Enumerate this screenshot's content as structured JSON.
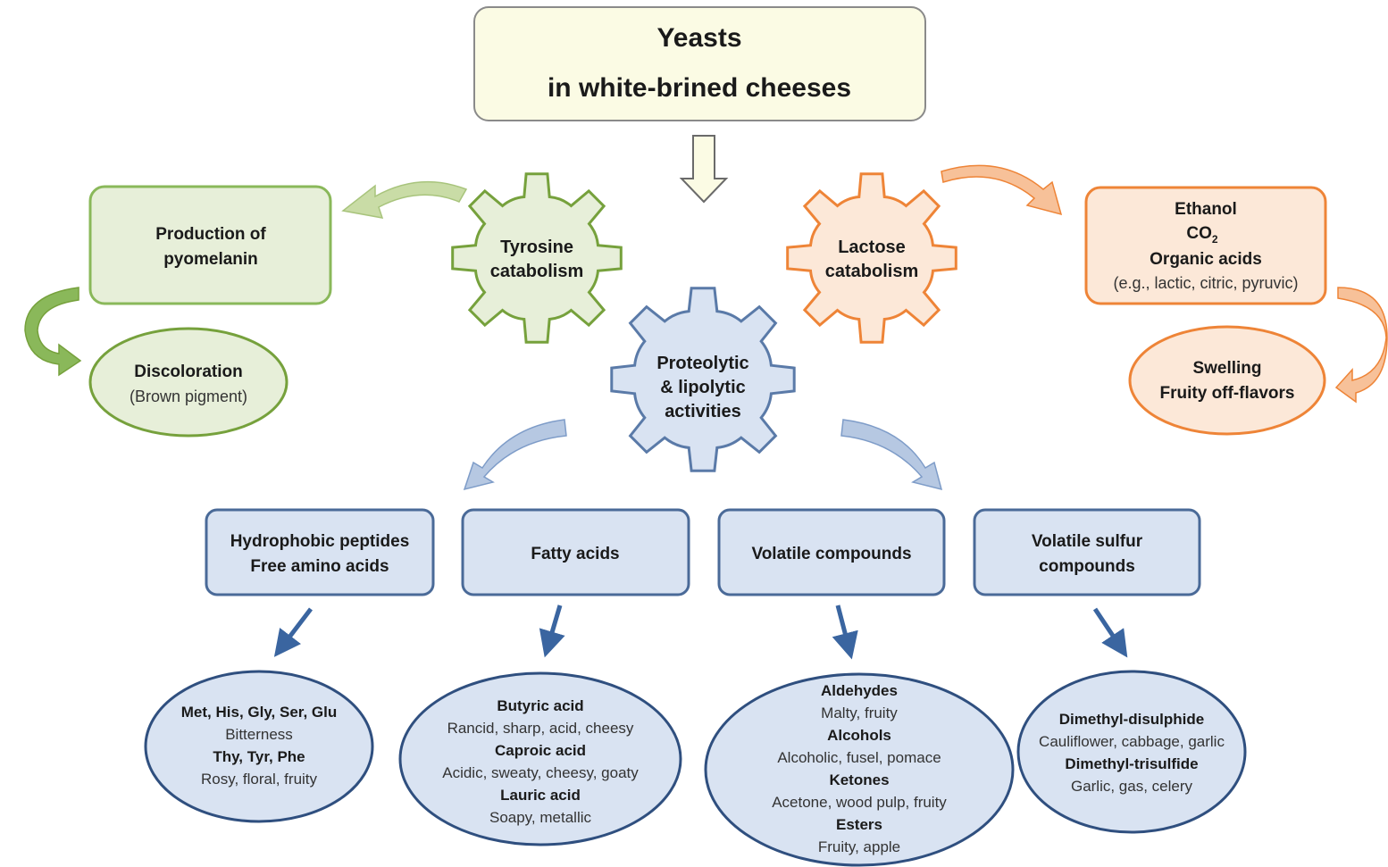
{
  "title": {
    "line1": "Yeasts",
    "line2": "in white-brined cheeses"
  },
  "tyrosine": {
    "gear_line1": "Tyrosine",
    "gear_line2": "catabolism",
    "product_line1": "Production of",
    "product_line2": "pyomelanin",
    "effect_title": "Discoloration",
    "effect_detail": "(Brown pigment)"
  },
  "lactose": {
    "gear_line1": "Lactose",
    "gear_line2": "catabolism",
    "product_line1": "Ethanol",
    "product_line2_main": "CO",
    "product_line2_sub": "2",
    "product_line3": "Organic acids",
    "product_line4": "(e.g., lactic, citric, pyruvic)",
    "effect_line1": "Swelling",
    "effect_line2": "Fruity off-flavors"
  },
  "proteolytic": {
    "line1": "Proteolytic",
    "line2": "& lipolytic",
    "line3": "activities"
  },
  "categories": [
    {
      "box_lines": [
        "Hydrophobic peptides",
        "Free amino acids"
      ],
      "items": [
        {
          "name": "Met, His, Gly, Ser, Glu",
          "desc": "Bitterness"
        },
        {
          "name": "Thy, Tyr, Phe",
          "desc": "Rosy, floral, fruity"
        }
      ]
    },
    {
      "box_lines": [
        "Fatty acids"
      ],
      "items": [
        {
          "name": "Butyric acid",
          "desc": "Rancid, sharp, acid, cheesy"
        },
        {
          "name": "Caproic acid",
          "desc": "Acidic, sweaty, cheesy, goaty"
        },
        {
          "name": "Lauric acid",
          "desc": "Soapy, metallic"
        }
      ]
    },
    {
      "box_lines": [
        "Volatile compounds"
      ],
      "items": [
        {
          "name": "Aldehydes",
          "desc": "Malty, fruity"
        },
        {
          "name": "Alcohols",
          "desc": "Alcoholic, fusel, pomace"
        },
        {
          "name": "Ketones",
          "desc": "Acetone, wood pulp, fruity"
        },
        {
          "name": "Esters",
          "desc": "Fruity, apple"
        }
      ]
    },
    {
      "box_lines": [
        "Volatile sulfur",
        "compounds"
      ],
      "items": [
        {
          "name": "Dimethyl-disulphide",
          "desc": "Cauliflower, cabbage, garlic"
        },
        {
          "name": "Dimethyl-trisulfide",
          "desc": "Garlic, gas, celery"
        }
      ]
    }
  ],
  "colors": {
    "title_fill": "#fbfbe4",
    "green_stroke": "#76a13c",
    "green_fill": "#e7efd9",
    "orange_stroke": "#ee8437",
    "orange_fill": "#fce8d8",
    "blue_stroke": "#5a7aa8",
    "blue_fill": "#d9e3f2",
    "blue_arrow": "#3a65a0"
  }
}
